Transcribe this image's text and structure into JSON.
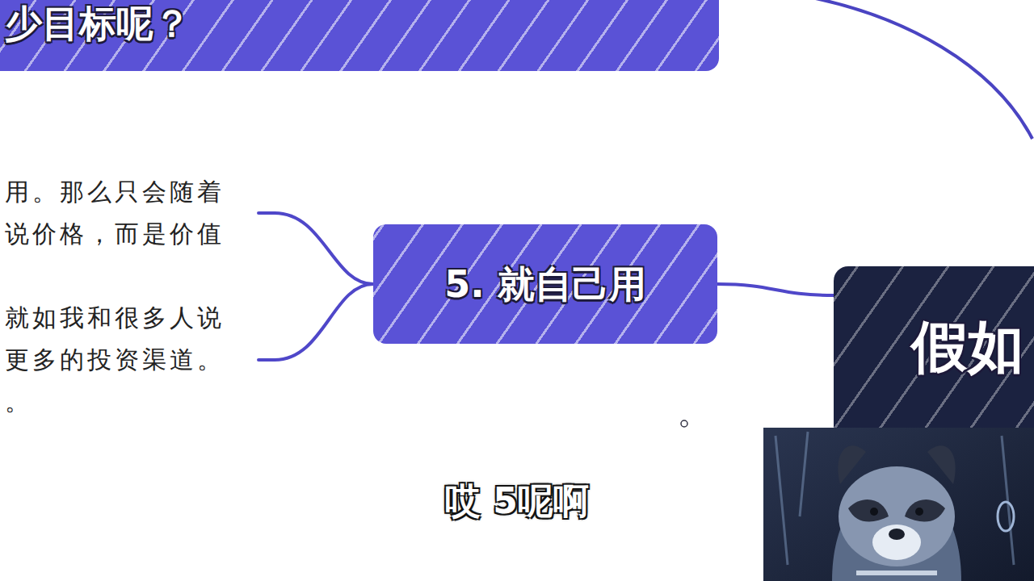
{
  "diagram": {
    "nodes": [
      {
        "text": [
          "少目标呢？"
        ]
      },
      {
        "text": [
          "用。那么只会随着 说价格，而是价值"
        ]
      },
      {
        "text": [
          "就如我和很多人说 更多的投资渠道。 。"
        ]
      },
      {
        "text": [
          "5. 就自己用"
        ]
      },
      {
        "text": [
          "假如"
        ]
      }
    ],
    "edges": [
      {
        "from": 3,
        "to": 1,
        "arrow": "none"
      },
      {
        "from": 3,
        "to": 2,
        "arrow": "none"
      },
      {
        "from": 3,
        "to": 4,
        "arrow": "none"
      }
    ],
    "labels": [
      "哎 5呢啊"
    ]
  }
}
